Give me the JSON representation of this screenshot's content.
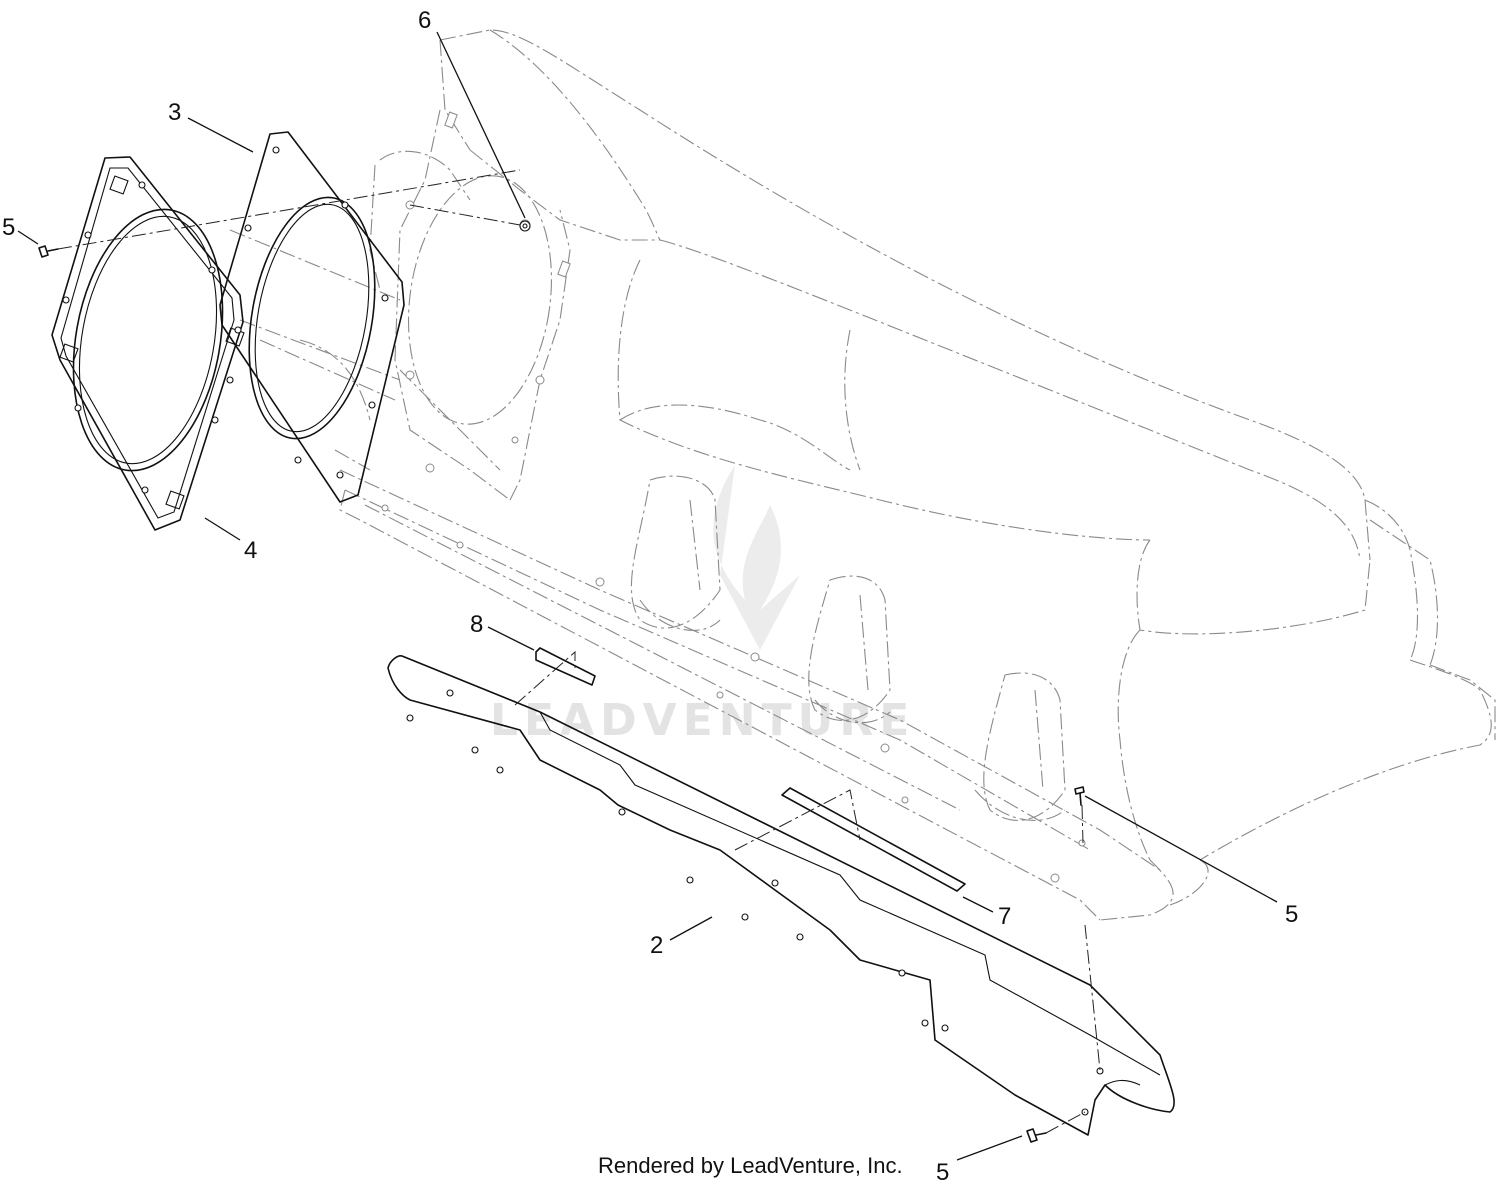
{
  "watermark": {
    "text": "LEADVENTURE"
  },
  "credit": "Rendered by LeadVenture, Inc.",
  "callouts": [
    {
      "id": "c6",
      "label": "6"
    },
    {
      "id": "c3",
      "label": "3"
    },
    {
      "id": "c5a",
      "label": "5"
    },
    {
      "id": "c4",
      "label": "4"
    },
    {
      "id": "c8",
      "label": "8"
    },
    {
      "id": "c5b",
      "label": "5"
    },
    {
      "id": "c7",
      "label": "7"
    },
    {
      "id": "c2",
      "label": "2"
    },
    {
      "id": "c5c",
      "label": "5"
    }
  ]
}
